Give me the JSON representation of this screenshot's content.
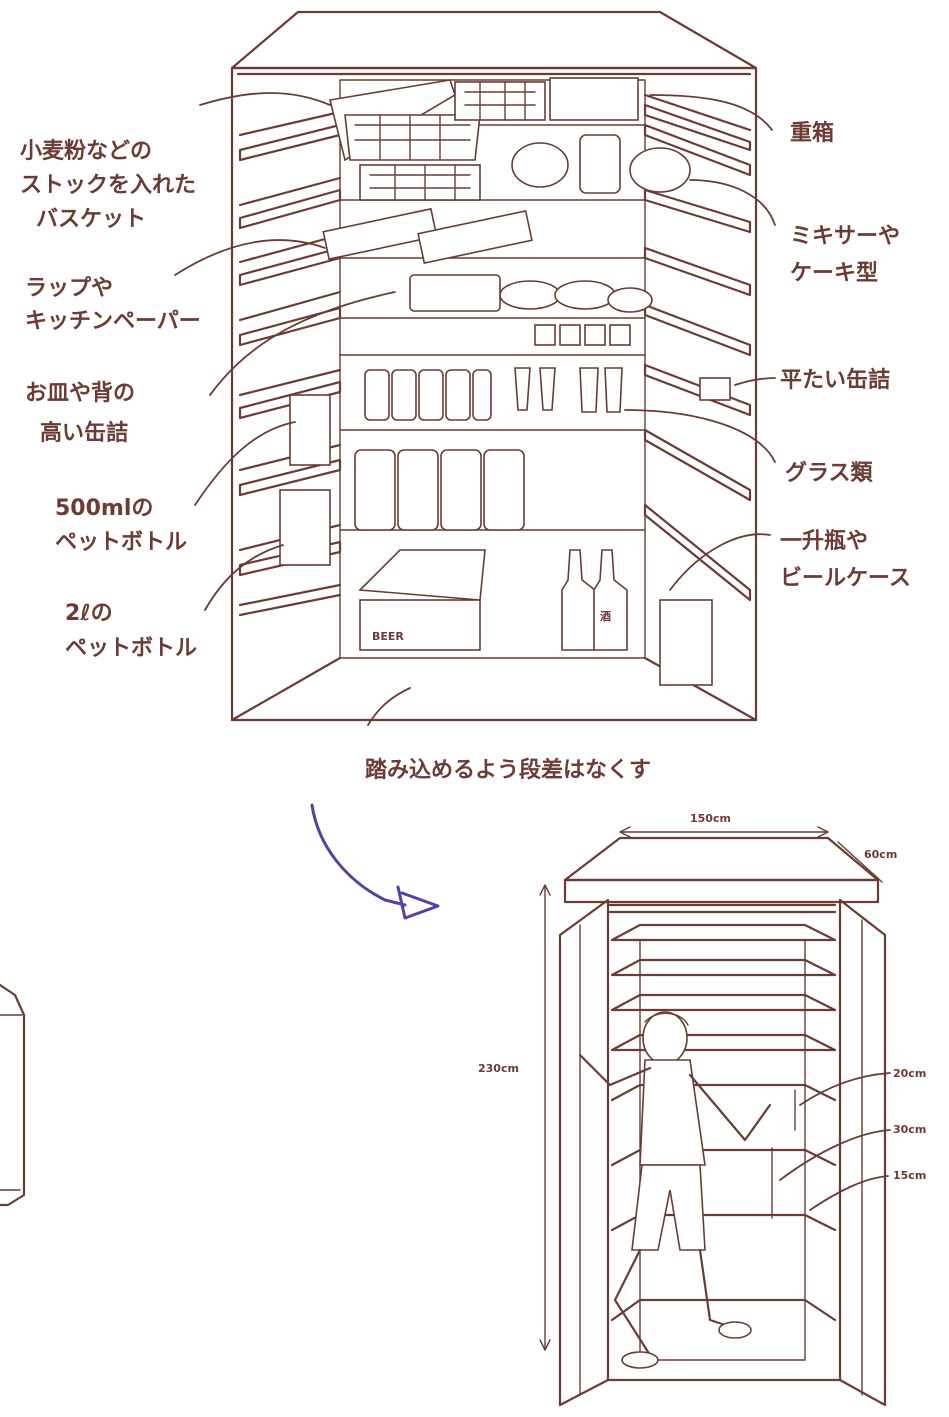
{
  "colors": {
    "ink": "#6b3b34",
    "arrow": "#5b3ea5",
    "background": "#ffffff"
  },
  "labels_left": [
    {
      "lines": [
        "小麦粉などの",
        "ストックを入れた",
        "バスケット"
      ]
    },
    {
      "lines": [
        "ラップや",
        "キッチンペーパー"
      ]
    },
    {
      "lines": [
        "お皿や背の",
        "高い缶詰"
      ]
    },
    {
      "lines": [
        "500mlの",
        "ペットボトル"
      ]
    },
    {
      "lines": [
        "2ℓの",
        "ペットボトル"
      ]
    }
  ],
  "labels_right": [
    {
      "lines": [
        "重箱"
      ]
    },
    {
      "lines": [
        "ミキサーや",
        "ケーキ型"
      ]
    },
    {
      "lines": [
        "平たい缶詰"
      ]
    },
    {
      "lines": [
        "グラス類"
      ]
    },
    {
      "lines": [
        "一升瓶や",
        "ビールケース"
      ]
    }
  ],
  "bottom_note": "踏み込めるよう段差はなくす",
  "box_label": "BEER",
  "sake_label": "酒",
  "dimensions": {
    "width": "150cm",
    "depth": "60cm",
    "height": "230cm",
    "shelf_gap_top": "20cm",
    "shelf_gap_mid": "30cm",
    "shelf_gap_low": "15cm"
  },
  "icons": [
    "pantry-shelves-illustration",
    "walk-in-closet-illustration",
    "person-figure",
    "curved-arrow-icon"
  ]
}
